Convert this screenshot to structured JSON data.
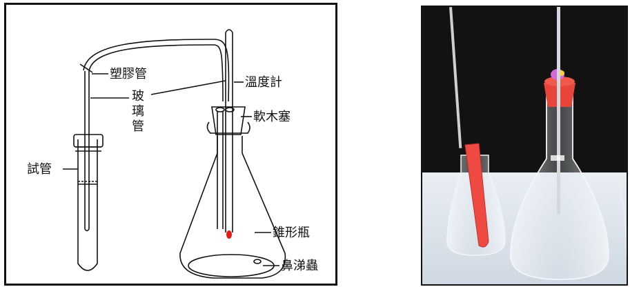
{
  "diagram": {
    "labels": {
      "rubber_tube": "塑膠管",
      "glass_tube_1": "玻",
      "glass_tube_2": "璃",
      "glass_tube_3": "管",
      "thermometer": "溫度計",
      "cork": "軟木塞",
      "test_tube": "試管",
      "flask": "錐形瓶",
      "cockroach": "鼻涕蟲"
    },
    "colors": {
      "outline": "#111111",
      "liquid_drop": "#e41b1b"
    }
  },
  "photo": {
    "colors": {
      "background": "#0d0d0d",
      "table": "#dfe6ee",
      "stopper": "#e8453a",
      "liquid": "#ef4a42"
    }
  }
}
